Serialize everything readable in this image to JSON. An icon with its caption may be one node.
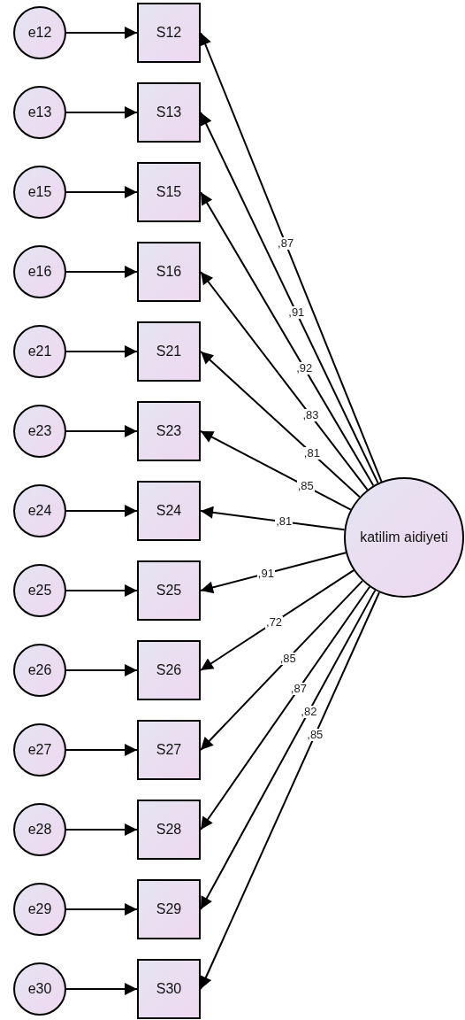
{
  "diagram": {
    "nodes": [
      {
        "text": [
          "e12"
        ]
      },
      {
        "text": [
          "S12"
        ]
      },
      {
        "text": [
          "e13"
        ]
      },
      {
        "text": [
          "S13"
        ]
      },
      {
        "text": [
          "e15"
        ]
      },
      {
        "text": [
          "S15"
        ]
      },
      {
        "text": [
          "e16"
        ]
      },
      {
        "text": [
          "S16"
        ]
      },
      {
        "text": [
          "e21"
        ]
      },
      {
        "text": [
          "S21"
        ]
      },
      {
        "text": [
          "e23"
        ]
      },
      {
        "text": [
          "S23"
        ]
      },
      {
        "text": [
          "e24"
        ]
      },
      {
        "text": [
          "S24"
        ]
      },
      {
        "text": [
          "katilim aidiyeti"
        ]
      },
      {
        "text": [
          "e25"
        ]
      },
      {
        "text": [
          "S25"
        ]
      },
      {
        "text": [
          "e26"
        ]
      },
      {
        "text": [
          "S26"
        ]
      },
      {
        "text": [
          "e27"
        ]
      },
      {
        "text": [
          "S27"
        ]
      },
      {
        "text": [
          "e28"
        ]
      },
      {
        "text": [
          "S28"
        ]
      },
      {
        "text": [
          "e29"
        ]
      },
      {
        "text": [
          "S29"
        ]
      },
      {
        "text": [
          "e30"
        ]
      },
      {
        "text": [
          "S30"
        ]
      }
    ],
    "edges": [
      {
        "from": 0,
        "to": 1,
        "arrow": "to"
      },
      {
        "from": 2,
        "to": 3,
        "arrow": "to"
      },
      {
        "from": 4,
        "to": 5,
        "arrow": "to"
      },
      {
        "from": 6,
        "to": 7,
        "arrow": "to"
      },
      {
        "from": 8,
        "to": 9,
        "arrow": "to"
      },
      {
        "from": 10,
        "to": 11,
        "arrow": "to"
      },
      {
        "from": 12,
        "to": 13,
        "arrow": "to"
      },
      {
        "from": 15,
        "to": 16,
        "arrow": "to"
      },
      {
        "from": 17,
        "to": 18,
        "arrow": "to"
      },
      {
        "from": 19,
        "to": 20,
        "arrow": "to"
      },
      {
        "from": 21,
        "to": 22,
        "arrow": "to"
      },
      {
        "from": 23,
        "to": 24,
        "arrow": "to"
      },
      {
        "from": 25,
        "to": 26,
        "arrow": "to"
      },
      {
        "from": 14,
        "to": 1,
        "arrow": "to",
        "label": ",87"
      },
      {
        "from": 14,
        "to": 3,
        "arrow": "to",
        "label": ",91"
      },
      {
        "from": 14,
        "to": 5,
        "arrow": "to",
        "label": ",92"
      },
      {
        "from": 14,
        "to": 7,
        "arrow": "to",
        "label": ",83"
      },
      {
        "from": 14,
        "to": 9,
        "arrow": "to",
        "label": ",81"
      },
      {
        "from": 14,
        "to": 11,
        "arrow": "to",
        "label": ",85"
      },
      {
        "from": 14,
        "to": 13,
        "arrow": "to",
        "label": ",81"
      },
      {
        "from": 14,
        "to": 16,
        "arrow": "to",
        "label": ",91"
      },
      {
        "from": 14,
        "to": 18,
        "arrow": "to",
        "label": ",72"
      },
      {
        "from": 14,
        "to": 20,
        "arrow": "to",
        "label": ",85"
      },
      {
        "from": 14,
        "to": 22,
        "arrow": "to",
        "label": ",87"
      },
      {
        "from": 14,
        "to": 24,
        "arrow": "to",
        "label": ",82"
      },
      {
        "from": 14,
        "to": 26,
        "arrow": "to",
        "label": ",85"
      }
    ]
  }
}
